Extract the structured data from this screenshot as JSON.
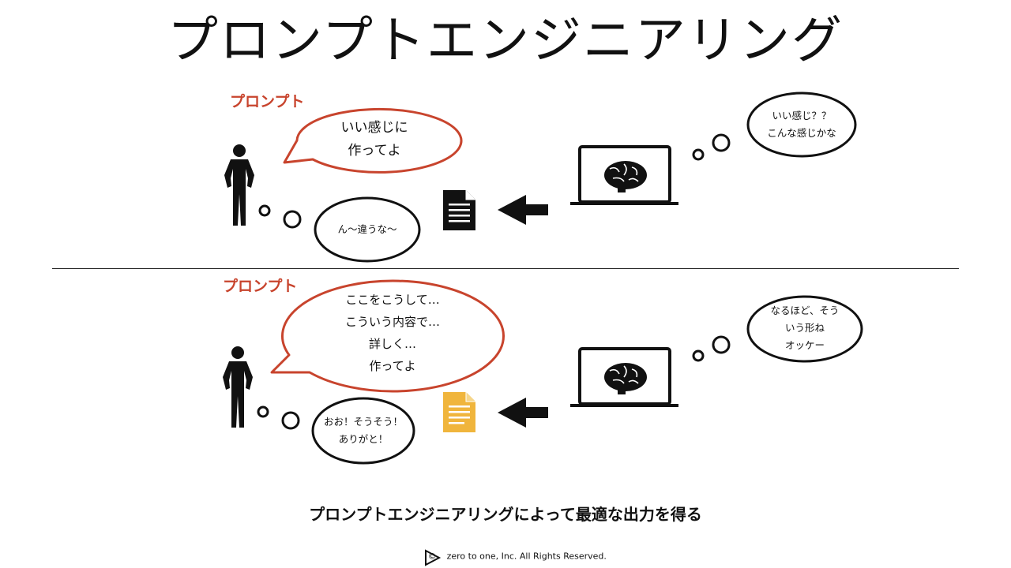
{
  "title": "プロンプトエンジニアリング",
  "colors": {
    "accent": "#c8442d",
    "document_after": "#f0b53c",
    "ink": "#111111"
  },
  "top_scenario": {
    "prompt_label": "プロンプト",
    "speech_lines": [
      "いい感じに",
      "作ってよ"
    ],
    "human_thought": "ん〜違うな〜",
    "ai_thought_lines": [
      "いい感じ？？",
      "こんな感じかな"
    ],
    "document_icon": "document-icon"
  },
  "bottom_scenario": {
    "prompt_label": "プロンプト",
    "speech_lines": [
      "ここをこうして…",
      "こういう内容で…",
      "詳しく…",
      "作ってよ"
    ],
    "human_thought_lines": [
      "おお！そうそう！",
      "ありがと！"
    ],
    "ai_thought_lines": [
      "なるほど、そう",
      "いう形ね",
      "オッケー"
    ],
    "document_icon": "document-icon"
  },
  "conclusion": "プロンプトエンジニアリングによって最適な出力を得る",
  "footer": {
    "copyright_symbol": "©",
    "text": "zero to one, Inc. All Rights Reserved."
  }
}
